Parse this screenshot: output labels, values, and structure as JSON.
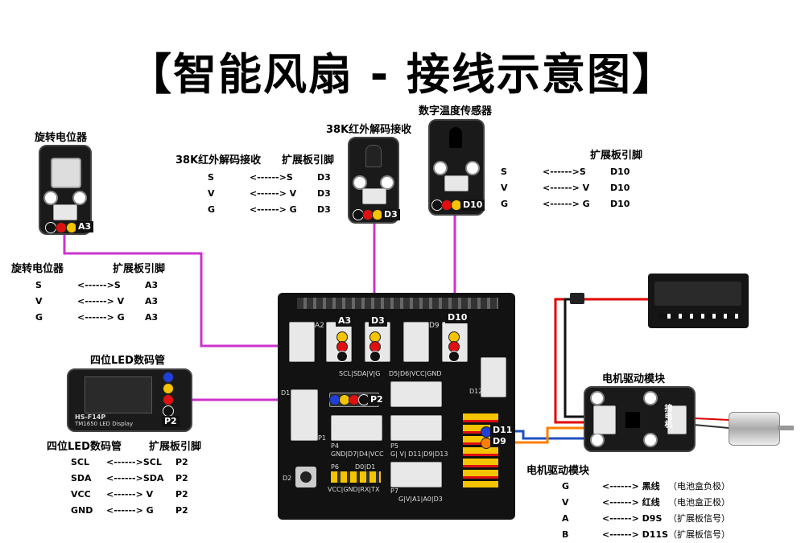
{
  "title": "【智能风扇 - 接线示意图】",
  "modules": {
    "pot": {
      "name": "旋转电位器",
      "port": "A3"
    },
    "ir": {
      "name": "38K红外解码接收",
      "port": "D3"
    },
    "temp": {
      "name": "数字温度传感器",
      "port": "D10"
    },
    "led": {
      "name": "四位LED数码管",
      "port": "P2",
      "model": "HS-F14P",
      "subtitle": "TM1650 LED Display"
    },
    "motor": {
      "name": "电机驱动模块",
      "label": "接电机"
    }
  },
  "tables": {
    "ir": {
      "head": [
        "38K红外解码接收",
        "扩展板引脚"
      ],
      "rows": [
        [
          "S",
          "<------>S",
          "D3"
        ],
        [
          "V",
          "<------> V",
          "D3"
        ],
        [
          "G",
          "<------> G",
          "D3"
        ]
      ]
    },
    "temp": {
      "head": [
        "",
        "扩展板引脚"
      ],
      "rows": [
        [
          "S",
          "<------>S",
          "D10"
        ],
        [
          "V",
          "<------> V",
          "D10"
        ],
        [
          "G",
          "<------> G",
          "D10"
        ]
      ]
    },
    "pot": {
      "head": [
        "旋转电位器",
        "扩展板引脚"
      ],
      "rows": [
        [
          "S",
          "<------>S",
          "A3"
        ],
        [
          "V",
          "<------> V",
          "A3"
        ],
        [
          "G",
          "<------> G",
          "A3"
        ]
      ]
    },
    "led": {
      "head": [
        "四位LED数码管",
        "扩展板引脚"
      ],
      "rows": [
        [
          "SCL",
          "<------>SCL",
          "P2"
        ],
        [
          "SDA",
          "<------>SDA",
          "P2"
        ],
        [
          "VCC",
          "<------> V",
          "P2"
        ],
        [
          "GND",
          "<------> G",
          "P2"
        ]
      ]
    },
    "motor": {
      "head": "电机驱动模块",
      "rows": [
        [
          "G",
          "<------> 黑线",
          "（电池盒负极）"
        ],
        [
          "V",
          "<------> 红线",
          "（电池盒正极）"
        ],
        [
          "A",
          "<------> D9S",
          "（扩展板信号）"
        ],
        [
          "B",
          "<------> D11S",
          "（扩展板信号）"
        ]
      ]
    }
  },
  "shield": {
    "labels": [
      "A2",
      "A3",
      "D3",
      "D9",
      "D10",
      "D12",
      "SCL|SDA|V|G",
      "D5|D6|VCC|GND",
      "P4",
      "P5",
      "GND|D7|D4|VCC",
      "G| V| D11|D9|D13",
      "P6",
      "D0|D1",
      "VCC|GND|RX|TX",
      "P7",
      "G|V|A1|A0|D3",
      "D1",
      "D2",
      "P1"
    ],
    "d11": "D11",
    "d9": "D9"
  },
  "colors": {
    "wire_purple": "#cc33cc",
    "wire_blue": "#1f4fbf",
    "wire_orange": "#ff7f00",
    "wire_red": "#e00000",
    "wire_black": "#111111",
    "dot_yellow": "#f5c400",
    "dot_red": "#e01010",
    "dot_black": "#111111",
    "dot_blue": "#1f3fd8"
  }
}
